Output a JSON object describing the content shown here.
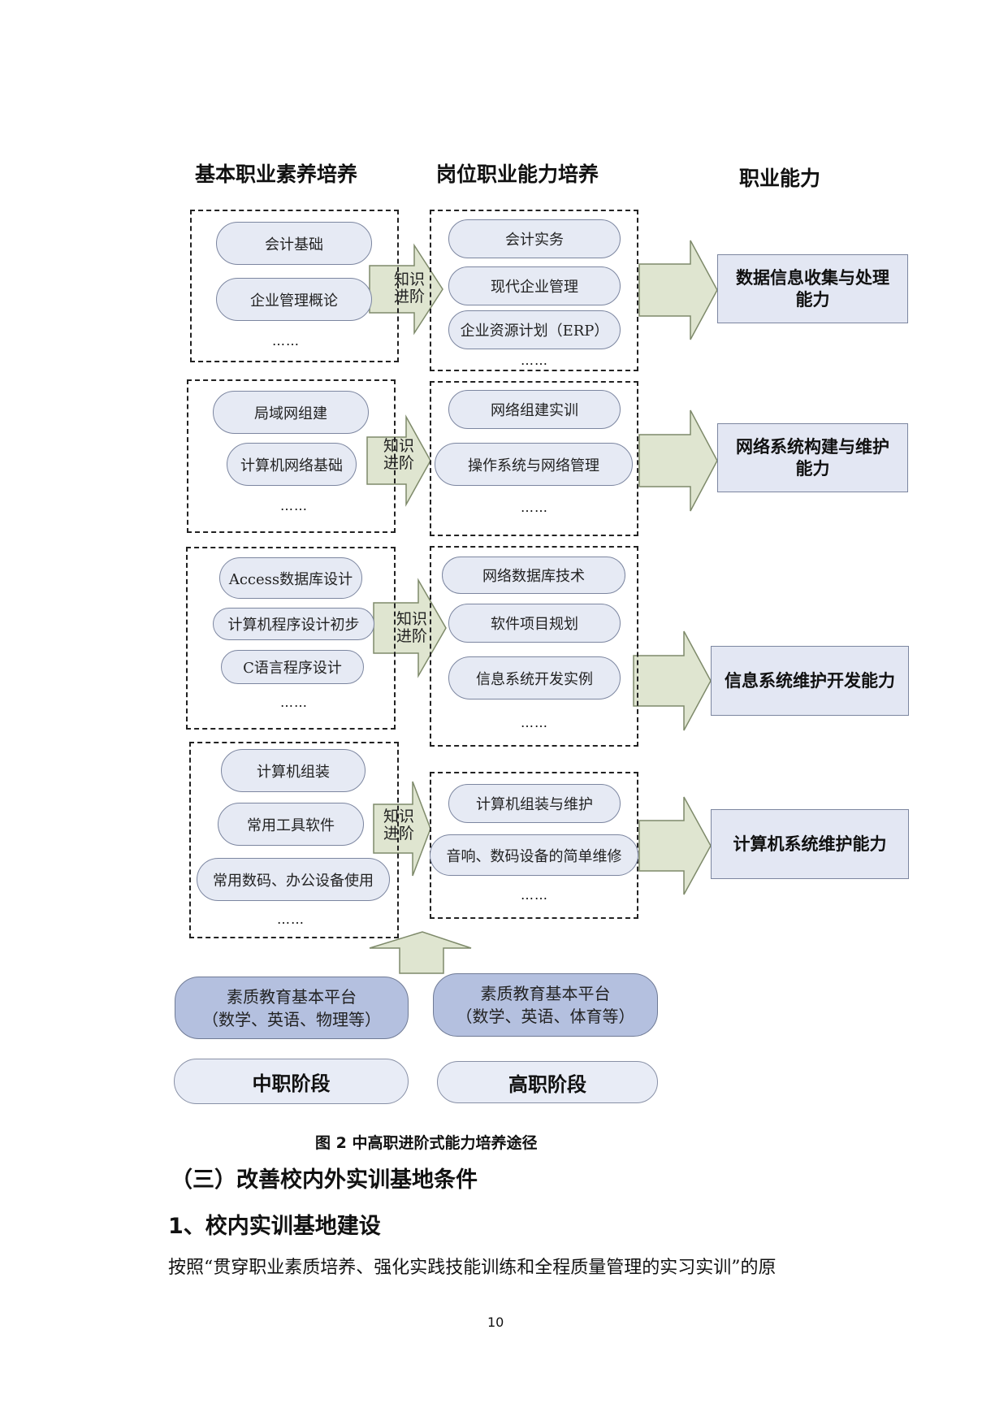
{
  "diagram": {
    "column_headings": {
      "basic": "基本职业素养培养",
      "post": "岗位职业能力培养",
      "ability": "职业能力"
    },
    "arrow_label_line1": "知识",
    "arrow_label_line2": "进阶",
    "groups": [
      {
        "basic": [
          "会计基础",
          "企业管理概论"
        ],
        "basic_more": "……",
        "post": [
          "会计实务",
          "现代企业管理",
          "企业资源计划（ERP）"
        ],
        "post_more": "……",
        "ability_line1": "数据信息收集与处理",
        "ability_line2": "能力"
      },
      {
        "basic": [
          "局域网组建",
          "计算机网络基础"
        ],
        "basic_more": "……",
        "post": [
          "网络组建实训",
          "操作系统与网络管理"
        ],
        "post_more": "……",
        "ability_line1": "网络系统构建与维护",
        "ability_line2": "能力"
      },
      {
        "basic": [
          "Access数据库设计",
          "计算机程序设计初步",
          "C语言程序设计"
        ],
        "basic_more": "……",
        "post": [
          "网络数据库技术",
          "软件项目规划",
          "信息系统开发实例"
        ],
        "post_more": "……",
        "ability_line1": "信息系统维护开发能力",
        "ability_line2": ""
      },
      {
        "basic": [
          "计算机组装",
          "常用工具软件",
          "常用数码、办公设备使用"
        ],
        "basic_more": "……",
        "post": [
          "计算机组装与维护",
          "音响、数码设备的简单维修"
        ],
        "post_more": "……",
        "ability_line1": "计算机系统维护能力",
        "ability_line2": ""
      }
    ],
    "platforms": [
      {
        "line1": "素质教育基本平台",
        "line2": "（数学、英语、物理等）"
      },
      {
        "line1": "素质教育基本平台",
        "line2": "（数学、英语、体育等）"
      }
    ],
    "stages": [
      "中职阶段",
      "高职阶段"
    ],
    "colors": {
      "pill_fill": "#e6eaf4",
      "platform_fill": "#b4c0df",
      "arrow_fill": "#dfe5d0",
      "capability_fill": "#e3e7f3"
    }
  },
  "figure_caption": "图 2  中高职进阶式能力培养途径",
  "section_heading": "（三）改善校内外实训基地条件",
  "subsection_heading": "1、校内实训基地建设",
  "paragraph": "按照“贯穿职业素质培养、强化实践技能训练和全程质量管理的实习实训”的原",
  "page_number": "10"
}
